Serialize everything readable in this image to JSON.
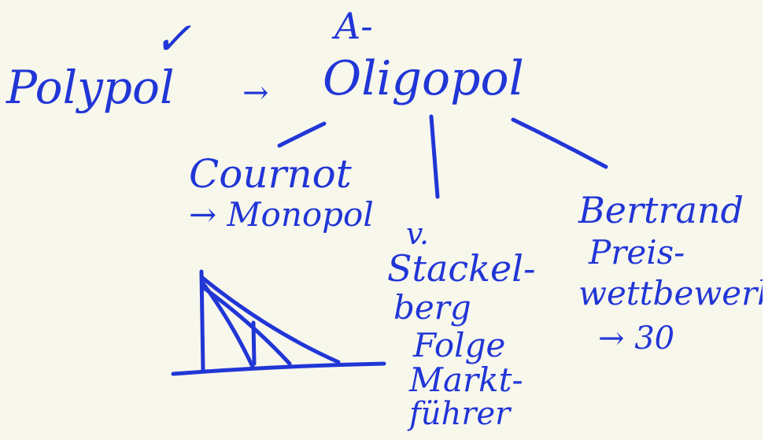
{
  "colors": {
    "ink": "#2136d6",
    "paper": "#f8f7ec",
    "edge": "#ffffff"
  },
  "notes": {
    "check_mark": "✓",
    "a_mark": "A-",
    "polypol": "Polypol",
    "arrow_right": "→",
    "oligopol": "Oligopol",
    "cournot": "Cournot",
    "monopol": "→ Monopol",
    "v_mark": "v.",
    "stackel": "Stackel-",
    "berg": "berg",
    "folge": "Folge",
    "markt": "Markt-",
    "fuehrer": "führer",
    "bertrand": "Bertrand",
    "preis": "Preis-",
    "wettbewerb": "wettbewerb",
    "arrow_30": "→ 30"
  }
}
